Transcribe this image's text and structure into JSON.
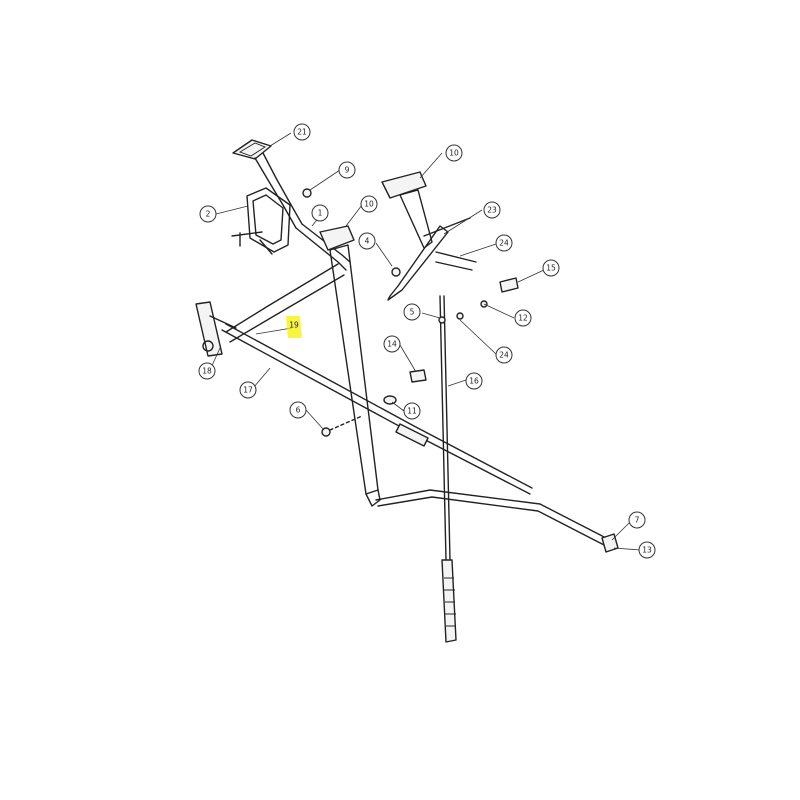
{
  "diagram": {
    "callouts": [
      {
        "id": "c21",
        "label": "21"
      },
      {
        "id": "c9",
        "label": "9"
      },
      {
        "id": "c2",
        "label": "2"
      },
      {
        "id": "c1",
        "label": "1"
      },
      {
        "id": "c10a",
        "label": "10"
      },
      {
        "id": "c10b",
        "label": "10"
      },
      {
        "id": "c23",
        "label": "23"
      },
      {
        "id": "c4",
        "label": "4"
      },
      {
        "id": "c24a",
        "label": "24"
      },
      {
        "id": "c15",
        "label": "15"
      },
      {
        "id": "c5",
        "label": "5"
      },
      {
        "id": "c12",
        "label": "12"
      },
      {
        "id": "c24b",
        "label": "24"
      },
      {
        "id": "c19",
        "label": "19",
        "highlighted": true
      },
      {
        "id": "c18",
        "label": "18"
      },
      {
        "id": "c17",
        "label": "17"
      },
      {
        "id": "c14",
        "label": "14"
      },
      {
        "id": "c16",
        "label": "16"
      },
      {
        "id": "c6",
        "label": "6"
      },
      {
        "id": "c11",
        "label": "11"
      },
      {
        "id": "c7",
        "label": "7"
      },
      {
        "id": "c13",
        "label": "13"
      }
    ],
    "highlight_color": "#f5f000"
  }
}
